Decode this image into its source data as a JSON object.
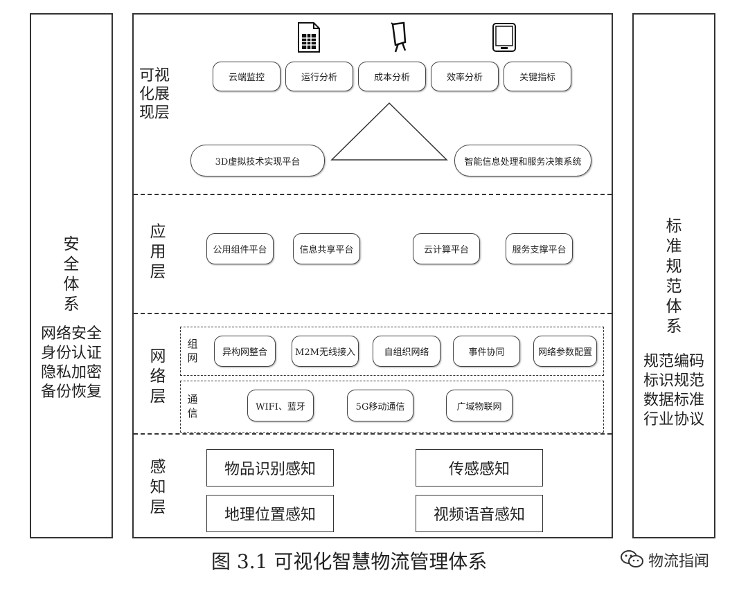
{
  "left_panel": {
    "title": "安\n全\n体\n系",
    "items": "网络安全\n身份认证\n隐私加密\n备份恢复"
  },
  "right_panel": {
    "title": "标\n准\n规\n范\n体\n系",
    "items": "规范编码\n标识规范\n数据标准\n行业协议"
  },
  "visual_layer": {
    "label": "可视\n化展\n现层",
    "icons": [
      "spreadsheet-icon",
      "presentation-icon",
      "tablet-icon"
    ],
    "modules": [
      "云端监控",
      "运行分析",
      "成本分析",
      "效率分析",
      "关键指标"
    ],
    "platforms": [
      "3D虚拟技术实现平台",
      "智能信息处理和服务决策系统"
    ]
  },
  "application_layer": {
    "label": "应\n用\n层",
    "modules": [
      "公用组件平台",
      "信息共享平台",
      "云计算平台",
      "服务支撑平台"
    ]
  },
  "network_layer": {
    "label": "网\n络\n层",
    "networking": {
      "label": "组\n网",
      "items": [
        "异构网整合",
        "M2M无线接入",
        "自组织网络",
        "事件协同",
        "网络参数配置"
      ]
    },
    "communication": {
      "label": "通\n信",
      "items": [
        "WIFI、蓝牙",
        "5G移动通信",
        "广域物联网"
      ]
    }
  },
  "perception_layer": {
    "label": "感\n知\n层",
    "items": [
      "物品识别感知",
      "传感感知",
      "地理位置感知",
      "视频语音感知"
    ]
  },
  "caption": "图 3.1  可视化智慧物流管理体系",
  "watermark": "物流指闻"
}
